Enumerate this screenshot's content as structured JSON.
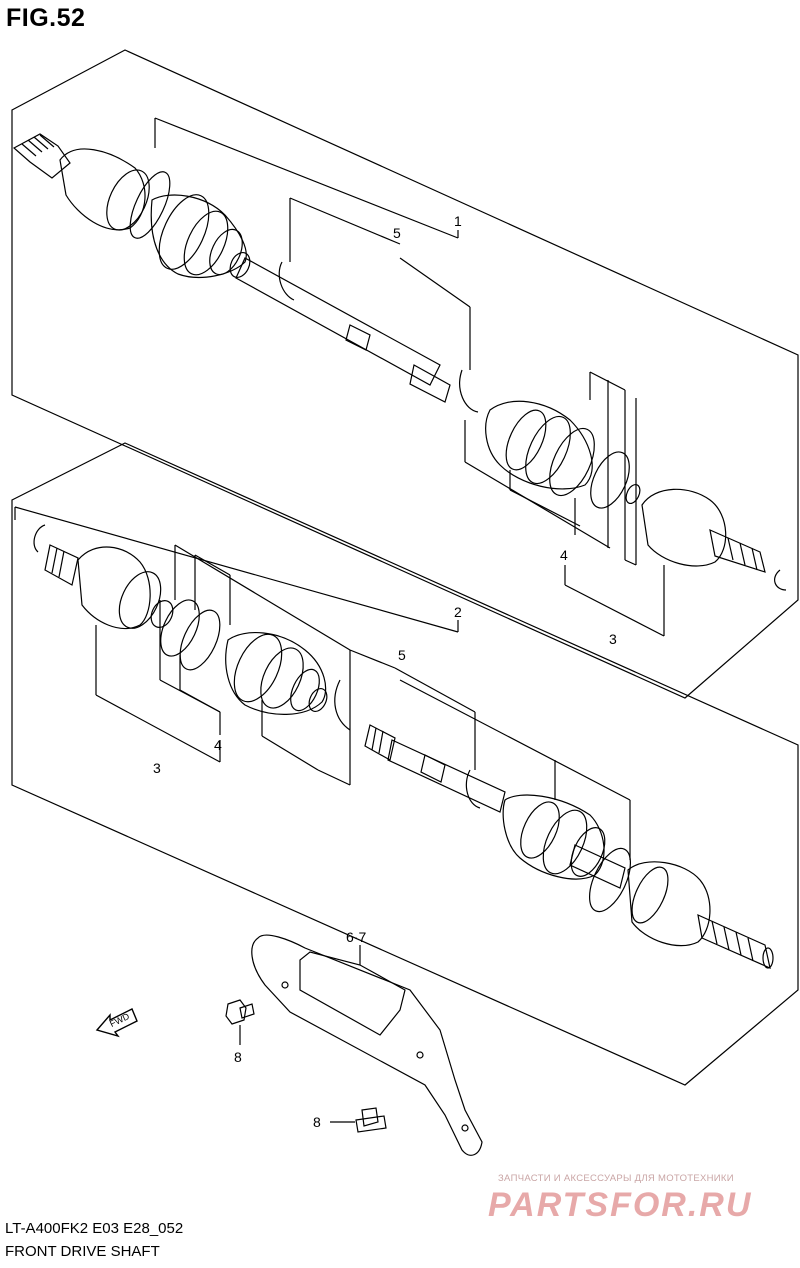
{
  "figure": {
    "title": "FIG.52",
    "model_code": "LT-A400FK2 E03 E28_052",
    "section_name": "FRONT DRIVE SHAFT"
  },
  "callouts": {
    "c1": "1",
    "c5_top": "5",
    "c4_top": "4",
    "c3_top": "3",
    "c2": "2",
    "c5_mid": "5",
    "c4_mid": "4",
    "c3_mid": "3",
    "c67": "6·7",
    "c8a": "8",
    "c8b": "8"
  },
  "fwd_arrow": {
    "label": "FWD"
  },
  "watermark": {
    "tagline": "ЗАПЧАСТИ И АКСЕССУАРЫ ДЛЯ МОТОТЕХНИКИ",
    "logo_text": "PARTSFOR.RU",
    "color": "#e7a9a9"
  }
}
